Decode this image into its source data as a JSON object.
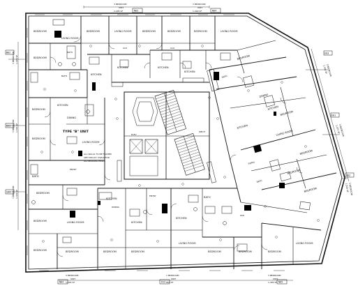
{
  "colors": {
    "ink": "#111111",
    "paper": "#ffffff",
    "fill_dark": "#000000"
  },
  "unit_tags": {
    "top_left": {
      "line1": "3 BEDROOM",
      "line2": "UNIT",
      "line3": "2,295 SF",
      "code": "N03"
    },
    "top_right": {
      "line1": "3 BEDROOM",
      "line2": "UNIT",
      "line3": "1,400 SF",
      "code": "N04"
    },
    "bottom_left": {
      "line1": "3 BEDROOM",
      "line2": "UNIT",
      "line3": "1,645 SF",
      "code": "N04"
    },
    "bottom_mid": {
      "line1": "1 BEDROOM",
      "line2": "UNIT",
      "line3": "865 SF",
      "code": "A12"
    },
    "bottom_right": {
      "line1": "3 BEDROOM",
      "line2": "UNIT",
      "line3": "1,405 SF",
      "code": "N05"
    },
    "left_1": {
      "line1": "3 BEDROOM",
      "line2": "UNIT",
      "line3": "1,670 SF",
      "code": "W02"
    },
    "left_2": {
      "line1": "3 BEDROOM",
      "line2": "UNIT",
      "line3": "1,565 SF",
      "code": "W01"
    },
    "left_3": {
      "line1": "3 BEDROOM",
      "line2": "UNIT",
      "line3": "1,430 SF",
      "code": "S01"
    },
    "right_1": {
      "line1": "3 BEDROOM",
      "line2": "UNIT",
      "line3": "1,500 SF",
      "code": "E03"
    },
    "right_2": {
      "line1": "3 BEDROOM",
      "line2": "UNIT",
      "line3": "1,475 SF",
      "code": "E01"
    },
    "right_3": {
      "line1": "3 BEDROOM",
      "line2": "UNIT",
      "line3": "1,565 SF",
      "code": "E02"
    }
  },
  "room_labels": {
    "bedroom": "BEDROOM",
    "living_room": "LIVING ROOM",
    "kitchen": "KITCHEN",
    "dining": "DINING",
    "bath": "BATH",
    "closet": "CLO",
    "entry": "ENTRY",
    "wic": "W.I.C.",
    "laundry": "W/D",
    "type_b": "TYPE \"B\" UNIT",
    "mech": "MECH",
    "elev": "ELEV"
  },
  "notes": {
    "core_note_1": "ALL WALLS TO BE FRAMED",
    "core_note_2": "SEE STRUCT. DWGS FOR",
    "core_note_3": "ALL BEARING WALLS"
  }
}
